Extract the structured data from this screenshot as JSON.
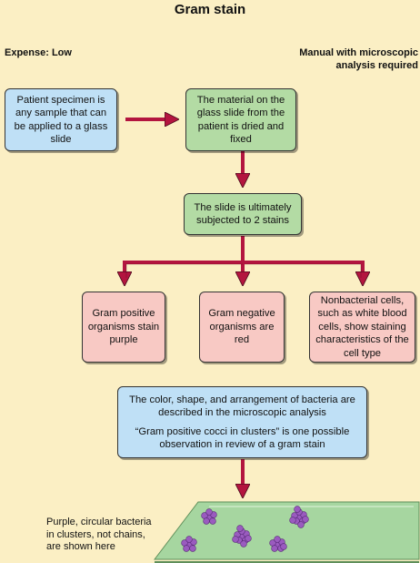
{
  "title": "Gram stain",
  "expense": "Expense: Low",
  "analysis": [
    "Manual with microscopic",
    "analysis required"
  ],
  "boxes": {
    "specimen": "Patient specimen is any sample that can be applied to a glass slide",
    "dried": "The material on the glass slide from the patient is dried and fixed",
    "stains": "The slide is ultimately subjected to 2 stains",
    "gram_positive": "Gram positive organisms stain purple",
    "gram_negative": "Gram negative organisms are red",
    "nonbacterial": "Nonbacterial cells, such as white blood cells, show staining characteristics of the cell type",
    "analysis_1": "The color, shape, and arrangement of bacteria are described in the microscopic analysis",
    "analysis_2": "“Gram positive cocci in clusters” is one possible observation in review of a gram stain"
  },
  "caption": [
    "Purple, circular bacteria",
    "in clusters, not chains,",
    "are shown here"
  ],
  "colors": {
    "background": "#fbefc4",
    "arrow": "#b3153f",
    "blue_box": "#bfe0f6",
    "green_box": "#b3dba4",
    "pink_box": "#f8c9c4",
    "slide": "#a6d6a0",
    "bacteria": "#9a5bbf"
  }
}
